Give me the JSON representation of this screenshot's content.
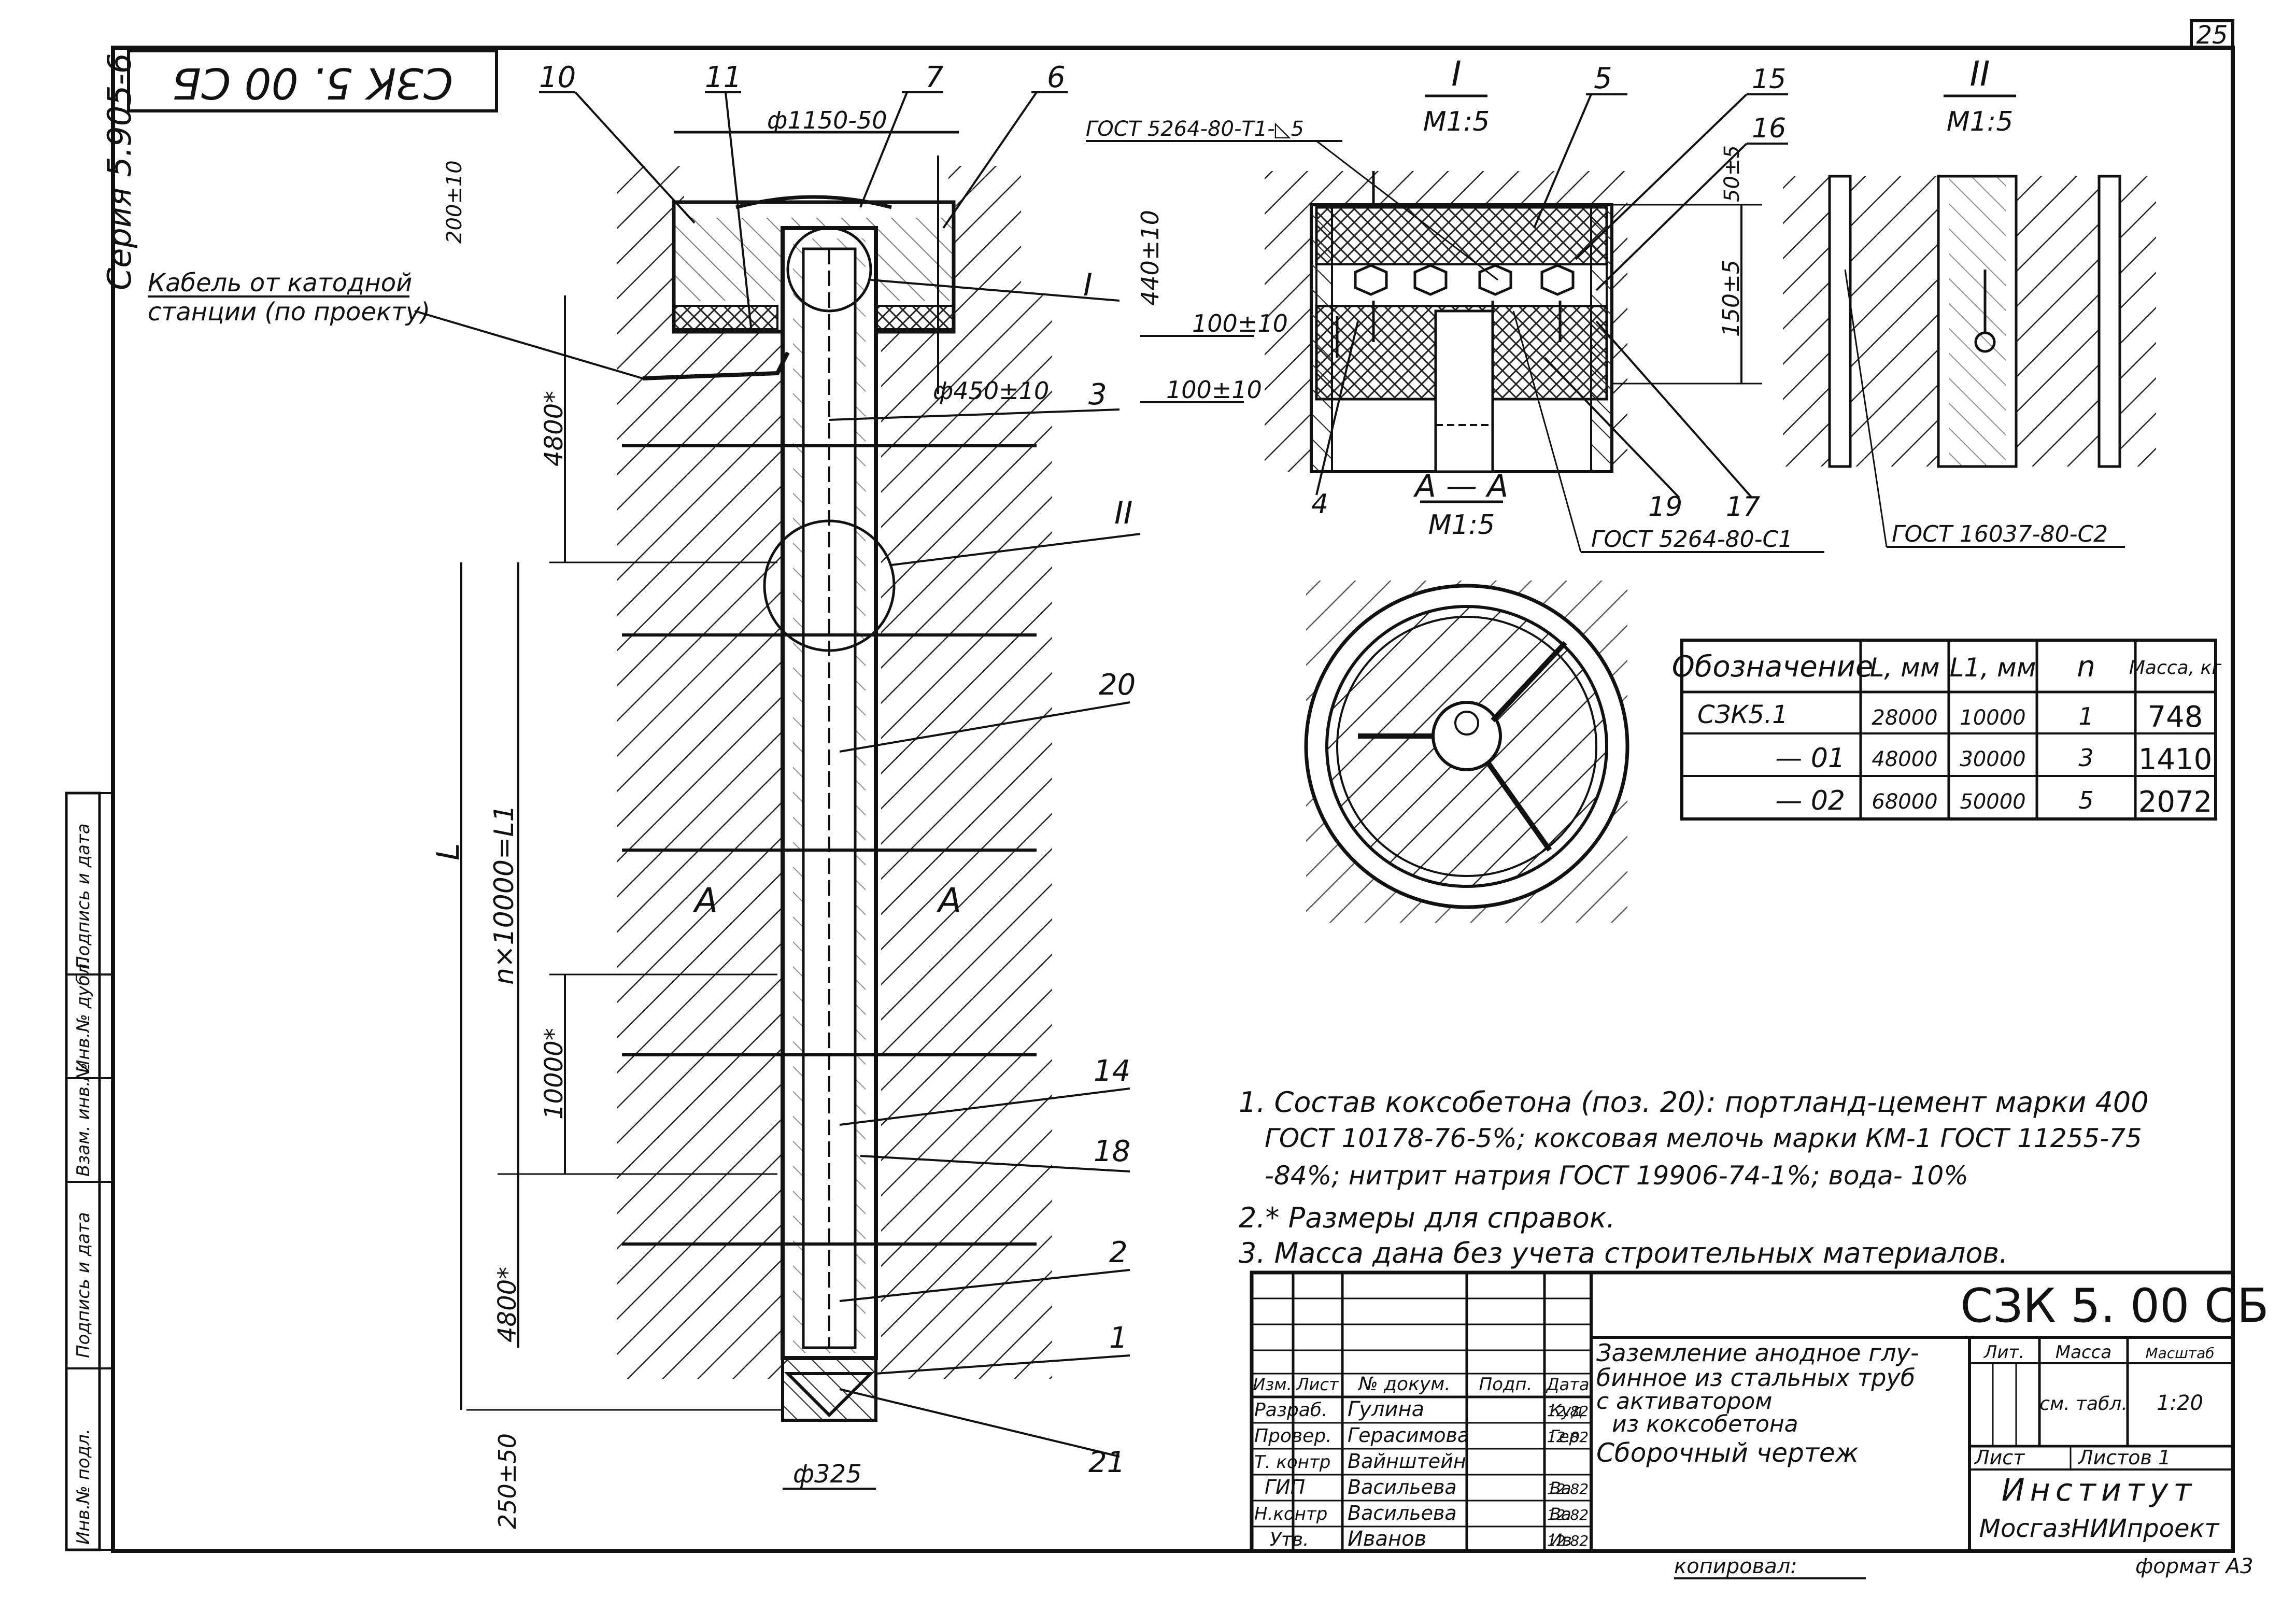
{
  "sheet": {
    "sheet_no": "25",
    "stamp_rotated": "СЗК 5. 00 СБ",
    "series": "Серия 5.905-6",
    "copied_by": "копировал:",
    "format": "формат А3"
  },
  "side_strip": [
    "Инв.№ подл.",
    "Подпись и дата",
    "Взам. инв.№",
    "Инв.№ дубл.",
    "Подпись и дата"
  ],
  "main_view": {
    "callouts": [
      "10",
      "11",
      "7",
      "6",
      "3",
      "I",
      "II",
      "20",
      "14",
      "18",
      "2",
      "1",
      "21"
    ],
    "cable_label": [
      "Кабель от катодной",
      "станции (по проекту)"
    ],
    "dims": {
      "d_top": "ф1150-50",
      "d_450": "ф450±10",
      "d_325": "ф325",
      "h_200": "200±10",
      "h_440": "440±10",
      "h_100a": "100±10",
      "h_100b": "100±10",
      "v_4800a": "4800*",
      "v_main": "n×10000=L1",
      "v_L": "L",
      "v_10000": "10000*",
      "v_4800b": "4800*",
      "v_250": "250±50"
    },
    "section_marks": [
      "А",
      "А"
    ]
  },
  "view_I": {
    "title": "I",
    "scale": "М1:5",
    "callouts": [
      "5",
      "15",
      "16",
      "4",
      "19",
      "17"
    ],
    "weld1": "ГОСТ 5264-80-Т1-◺5",
    "weld2": "ГОСТ 5264-80-С1",
    "dim_50": "50±5",
    "dim_150": "150±5"
  },
  "view_II": {
    "title": "II",
    "scale": "М1:5",
    "weld": "ГОСТ 16037-80-С2"
  },
  "section_AA": {
    "title": "А — А",
    "scale": "М1:5"
  },
  "spec_table": {
    "headers": [
      "Обозначение",
      "L, мм",
      "L1, мм",
      "n",
      "Масса, кг"
    ],
    "rows": [
      [
        "СЗК5.1",
        "28000",
        "10000",
        "1",
        "748"
      ],
      [
        "— 01",
        "48000",
        "30000",
        "3",
        "1410"
      ],
      [
        "— 02",
        "68000",
        "50000",
        "5",
        "2072"
      ]
    ]
  },
  "notes": [
    "1. Состав коксобетона (поз. 20): портланд-цемент марки 400",
    "ГОСТ 10178-76-5%; коксовая мелочь марки КМ-1 ГОСТ 11255-75",
    "-84%; нитрит натрия ГОСТ 19906-74-1%; вода- 10%",
    "2.* Размеры для справок.",
    "3. Масса дана без учета строительных материалов."
  ],
  "title_block": {
    "designation": "СЗК 5. 00 СБ",
    "title_lines": [
      "Заземление анодное глу-",
      "бинное из стальных труб",
      "с активатором",
      "из коксобетона"
    ],
    "doc_type": "Сборочный чертеж",
    "col_heads": [
      "Изм.",
      "Лист",
      "№ докум.",
      "Подп.",
      "Дата"
    ],
    "signers": [
      {
        "role": "Разраб.",
        "name": "Гулина",
        "sig": "Куд",
        "date": "12.82"
      },
      {
        "role": "Провер.",
        "name": "Герасимова",
        "sig": "Гер",
        "date": "12.82"
      },
      {
        "role": "Т. контр",
        "name": "Вайнштейн",
        "sig": "",
        "date": ""
      },
      {
        "role": "ГИП",
        "name": "Васильева",
        "sig": "Ва",
        "date": "12.82"
      },
      {
        "role": "Н.контр",
        "name": "Васильева",
        "sig": "Ва",
        "date": "12.82"
      },
      {
        "role": "Утв.",
        "name": "Иванов",
        "sig": "Ив",
        "date": "12.82"
      }
    ],
    "lit_label": "Лит.",
    "mass_label": "Масса",
    "scale_label": "Масштаб",
    "mass_value": "см. табл.",
    "scale_value": "1:20",
    "sheet_label": "Лист",
    "sheets_label": "Листов 1",
    "org1": "Институт",
    "org2": "МосгазНИИпроект"
  }
}
